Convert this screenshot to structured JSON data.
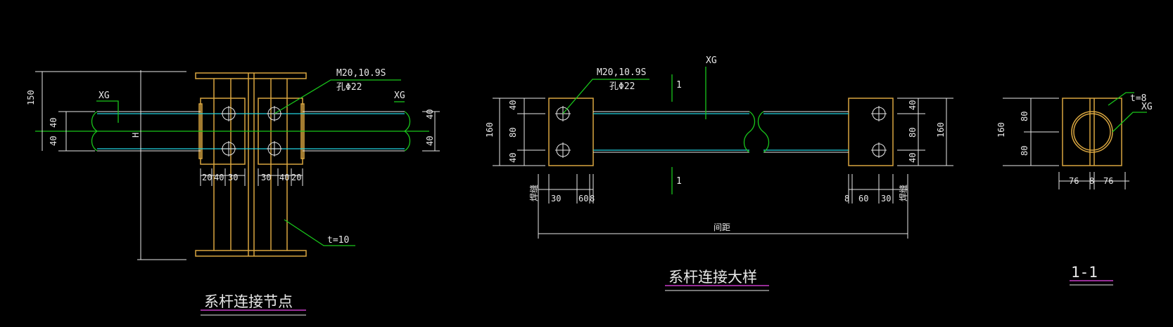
{
  "labels": {
    "xg": "XG",
    "bolt_spec": "M20,10.9S",
    "hole_spec": "孔Φ22",
    "plate_t10": "t=10",
    "plate_t8": "t=8",
    "section_mark": "1",
    "h_label": "H",
    "length_label": "间距",
    "weld_label": "焊缝"
  },
  "dims": {
    "d150": "150",
    "d40": "40",
    "d80": "80",
    "d160": "160",
    "d20": "20",
    "d30": "30",
    "d60": "60",
    "d8": "8",
    "d76": "76"
  },
  "titles": {
    "node": "系杆连接节点",
    "detail": "系杆连接大样",
    "section": "1-1"
  },
  "colors": {
    "background": "#000000",
    "white": "#e8e8e8",
    "green": "#19c51b",
    "cyan": "#23d3e0",
    "orange": "#d9a640",
    "magenta": "#c83cc8"
  }
}
